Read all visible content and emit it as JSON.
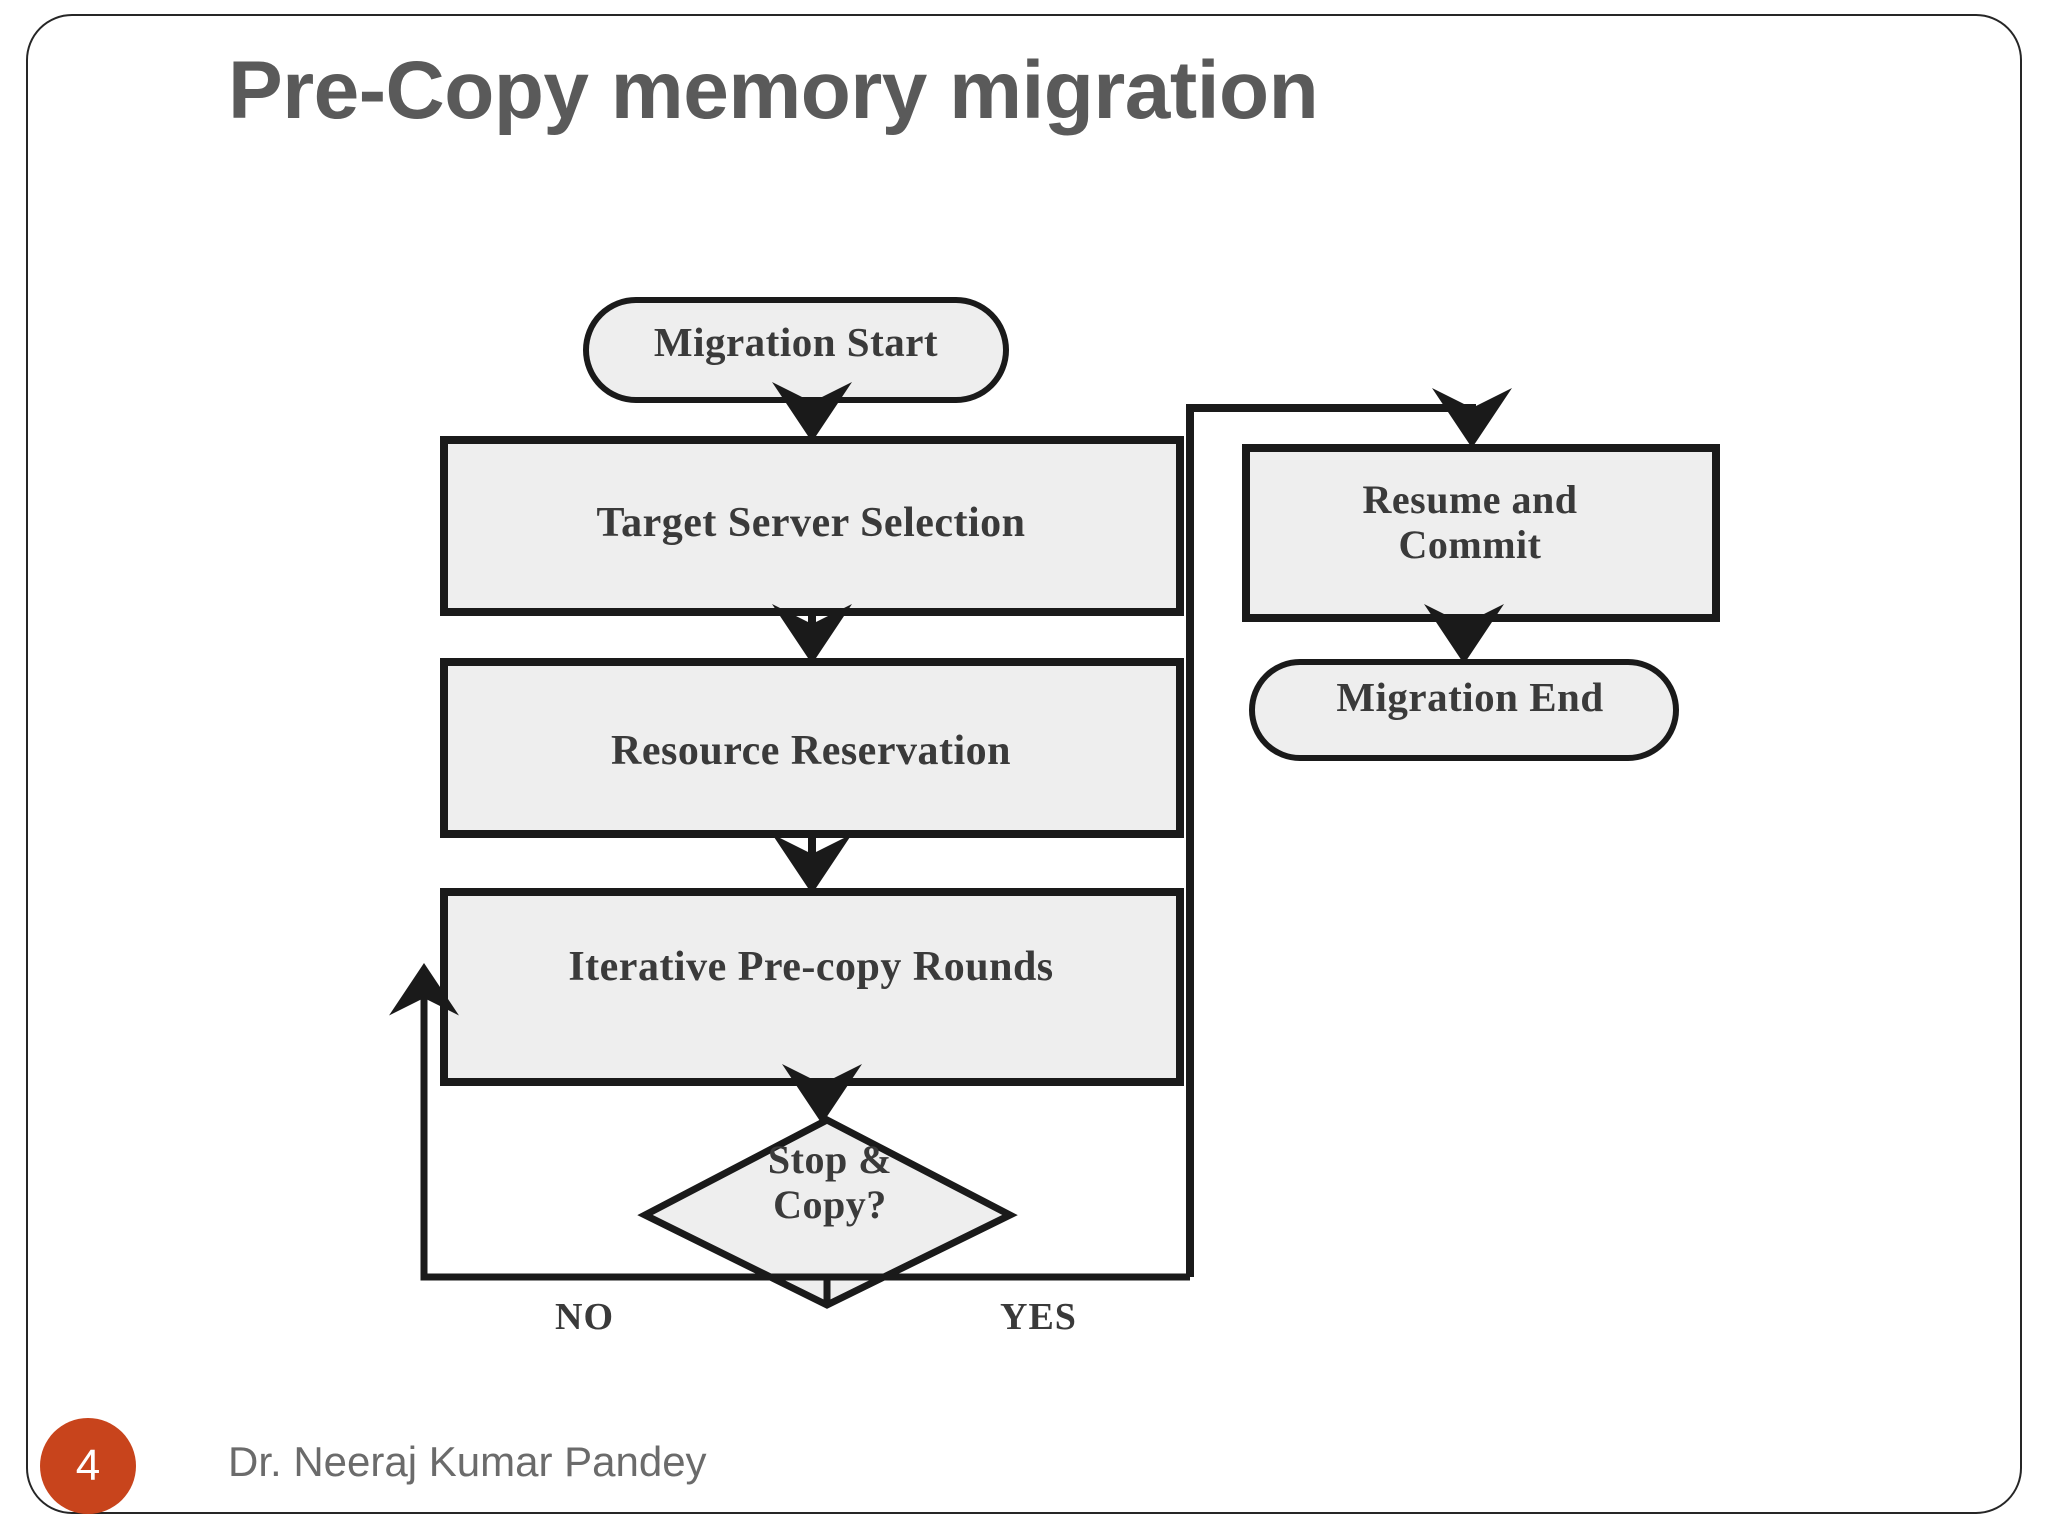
{
  "slide": {
    "title": "Pre-Copy memory migration",
    "page_number": "4",
    "author": "Dr. Neeraj Kumar Pandey",
    "accent_color": "#c8441c",
    "title_color": "#5a5a5a",
    "node_fill": "#eeeeee",
    "node_stroke": "#1a1a1a"
  },
  "chart_data": {
    "type": "diagram",
    "title": "Pre-Copy memory migration",
    "diagram_kind": "flowchart",
    "nodes": [
      {
        "id": "migration-start",
        "label": "Migration Start",
        "shape": "terminator"
      },
      {
        "id": "target-server-selection",
        "label": "Target Server Selection",
        "shape": "process"
      },
      {
        "id": "resource-reservation",
        "label": "Resource Reservation",
        "shape": "process"
      },
      {
        "id": "iterative-precopy-rounds",
        "label": "Iterative Pre-copy Rounds",
        "shape": "process"
      },
      {
        "id": "stop-and-copy",
        "label": "Stop &\nCopy?",
        "shape": "decision"
      },
      {
        "id": "resume-and-commit",
        "label": "Resume and\nCommit",
        "shape": "process"
      },
      {
        "id": "migration-end",
        "label": "Migration End",
        "shape": "terminator"
      }
    ],
    "edges": [
      {
        "from": "migration-start",
        "to": "target-server-selection",
        "label": ""
      },
      {
        "from": "target-server-selection",
        "to": "resource-reservation",
        "label": ""
      },
      {
        "from": "resource-reservation",
        "to": "iterative-precopy-rounds",
        "label": ""
      },
      {
        "from": "iterative-precopy-rounds",
        "to": "stop-and-copy",
        "label": ""
      },
      {
        "from": "stop-and-copy",
        "to": "iterative-precopy-rounds",
        "label": "NO"
      },
      {
        "from": "stop-and-copy",
        "to": "resume-and-commit",
        "label": "YES"
      },
      {
        "from": "resume-and-commit",
        "to": "migration-end",
        "label": ""
      }
    ],
    "edge_labels": {
      "no": "NO",
      "yes": "YES"
    }
  }
}
